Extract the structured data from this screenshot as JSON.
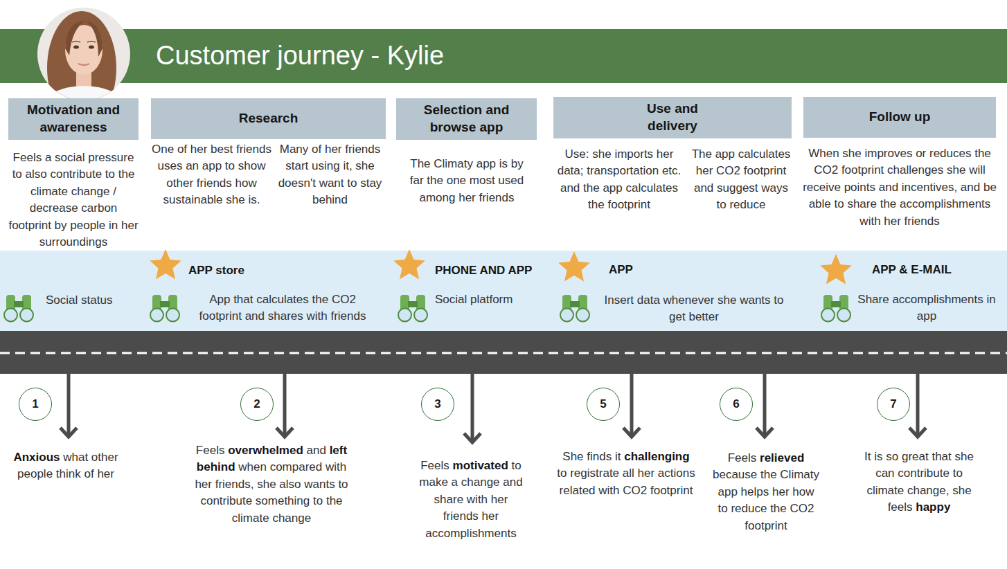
{
  "diagram": {
    "title": "Customer journey - Kylie",
    "nodes": [
      {
        "text": [
          "Motivation and awareness",
          "Feels a social pressure to also contribute to the climate change / decrease carbon footprint by people in her surroundings"
        ]
      },
      {
        "text": [
          "Research",
          "One of her best friends uses an app to show other friends how sustainable she is.",
          "Many of her friends start using it, she doesn't want to stay behind"
        ]
      },
      {
        "text": [
          "Selection and browse app",
          "The Climaty app is by far the one most used among her friends"
        ]
      },
      {
        "text": [
          "Use and delivery",
          "Use: she imports her data; transportation etc. and the app calculates the footprint",
          "The app calculates her CO2 footprint and suggest ways to reduce"
        ]
      },
      {
        "text": [
          "Follow up",
          "When she improves or reduces the CO2 footprint challenges she will receive points and incentives, and be able to share the accomplishments with her friends"
        ]
      },
      {
        "text": [
          "1"
        ]
      },
      {
        "text": [
          "2"
        ]
      },
      {
        "text": [
          "3"
        ]
      },
      {
        "text": [
          "5"
        ]
      },
      {
        "text": [
          "6"
        ]
      },
      {
        "text": [
          "7"
        ]
      }
    ],
    "labels": [
      "Social status",
      "APP store",
      "App that calculates the CO2 footprint and shares with friends",
      "PHONE AND APP",
      "Social platform",
      "APP",
      "Insert data whenever she wants to get better",
      "APP & E-MAIL",
      "Share accomplishments in app",
      "Anxious what other people think of her",
      "Feels overwhelmed and left behind when compared with her friends, she also wants to contribute something to the climate change",
      "Feels motivated to make a change and share with her friends her accomplishments",
      "She finds it challenging to registrate all her actions related with CO2 footprint",
      "Feels relieved because the Climaty app helps her how to reduce the CO2 footprint",
      "It is so great that she can contribute to climate change, she feels happy"
    ]
  }
}
